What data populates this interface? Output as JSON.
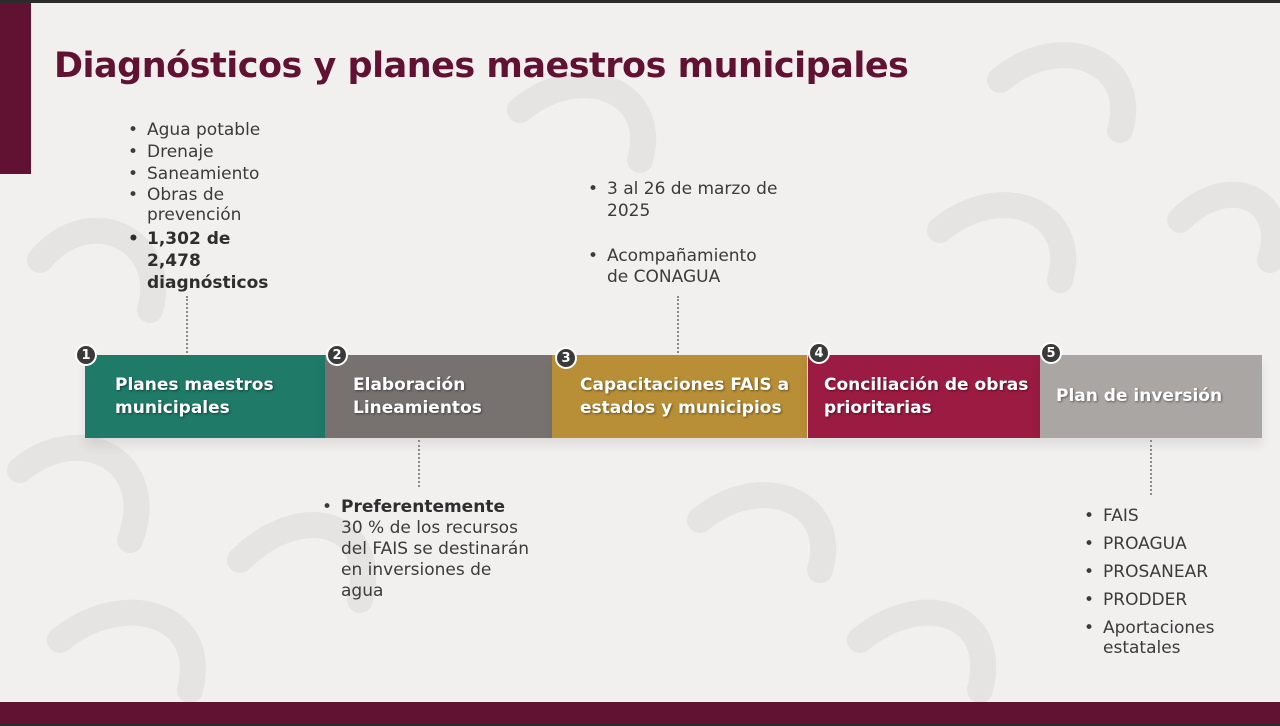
{
  "title": "Diagnósticos y planes maestros municipales",
  "steps": [
    {
      "number": "1",
      "label": "Planes maestros municipales",
      "color": "#1f7a68"
    },
    {
      "number": "2",
      "label": "Elaboración Lineamientos",
      "color": "#777270"
    },
    {
      "number": "3",
      "label": "Capacitaciones FAIS a estados y municipios",
      "color": "#b88f36"
    },
    {
      "number": "4",
      "label": "Conciliación de obras prioritarias",
      "color": "#9c1b42"
    },
    {
      "number": "5",
      "label": "Plan de inversión",
      "color": "#aaa6a4"
    }
  ],
  "step1_notes": [
    "Agua potable",
    "Drenaje",
    "Saneamiento",
    "Obras de prevención",
    "1,302 de 2,478 diagnósticos"
  ],
  "step2_notes": {
    "bold": "Preferentemente",
    "text": "30 % de los recursos del FAIS se destinarán en inversiones de agua"
  },
  "step3_notes": [
    "3 al  26 de marzo de 2025",
    "Acompañamiento de CONAGUA"
  ],
  "step5_notes": [
    "FAIS",
    "PROAGUA",
    "PROSANEAR",
    "PRODDER",
    "Aportaciones estatales"
  ],
  "colors": {
    "brand": "#611232",
    "background": "#f1f0ef"
  }
}
